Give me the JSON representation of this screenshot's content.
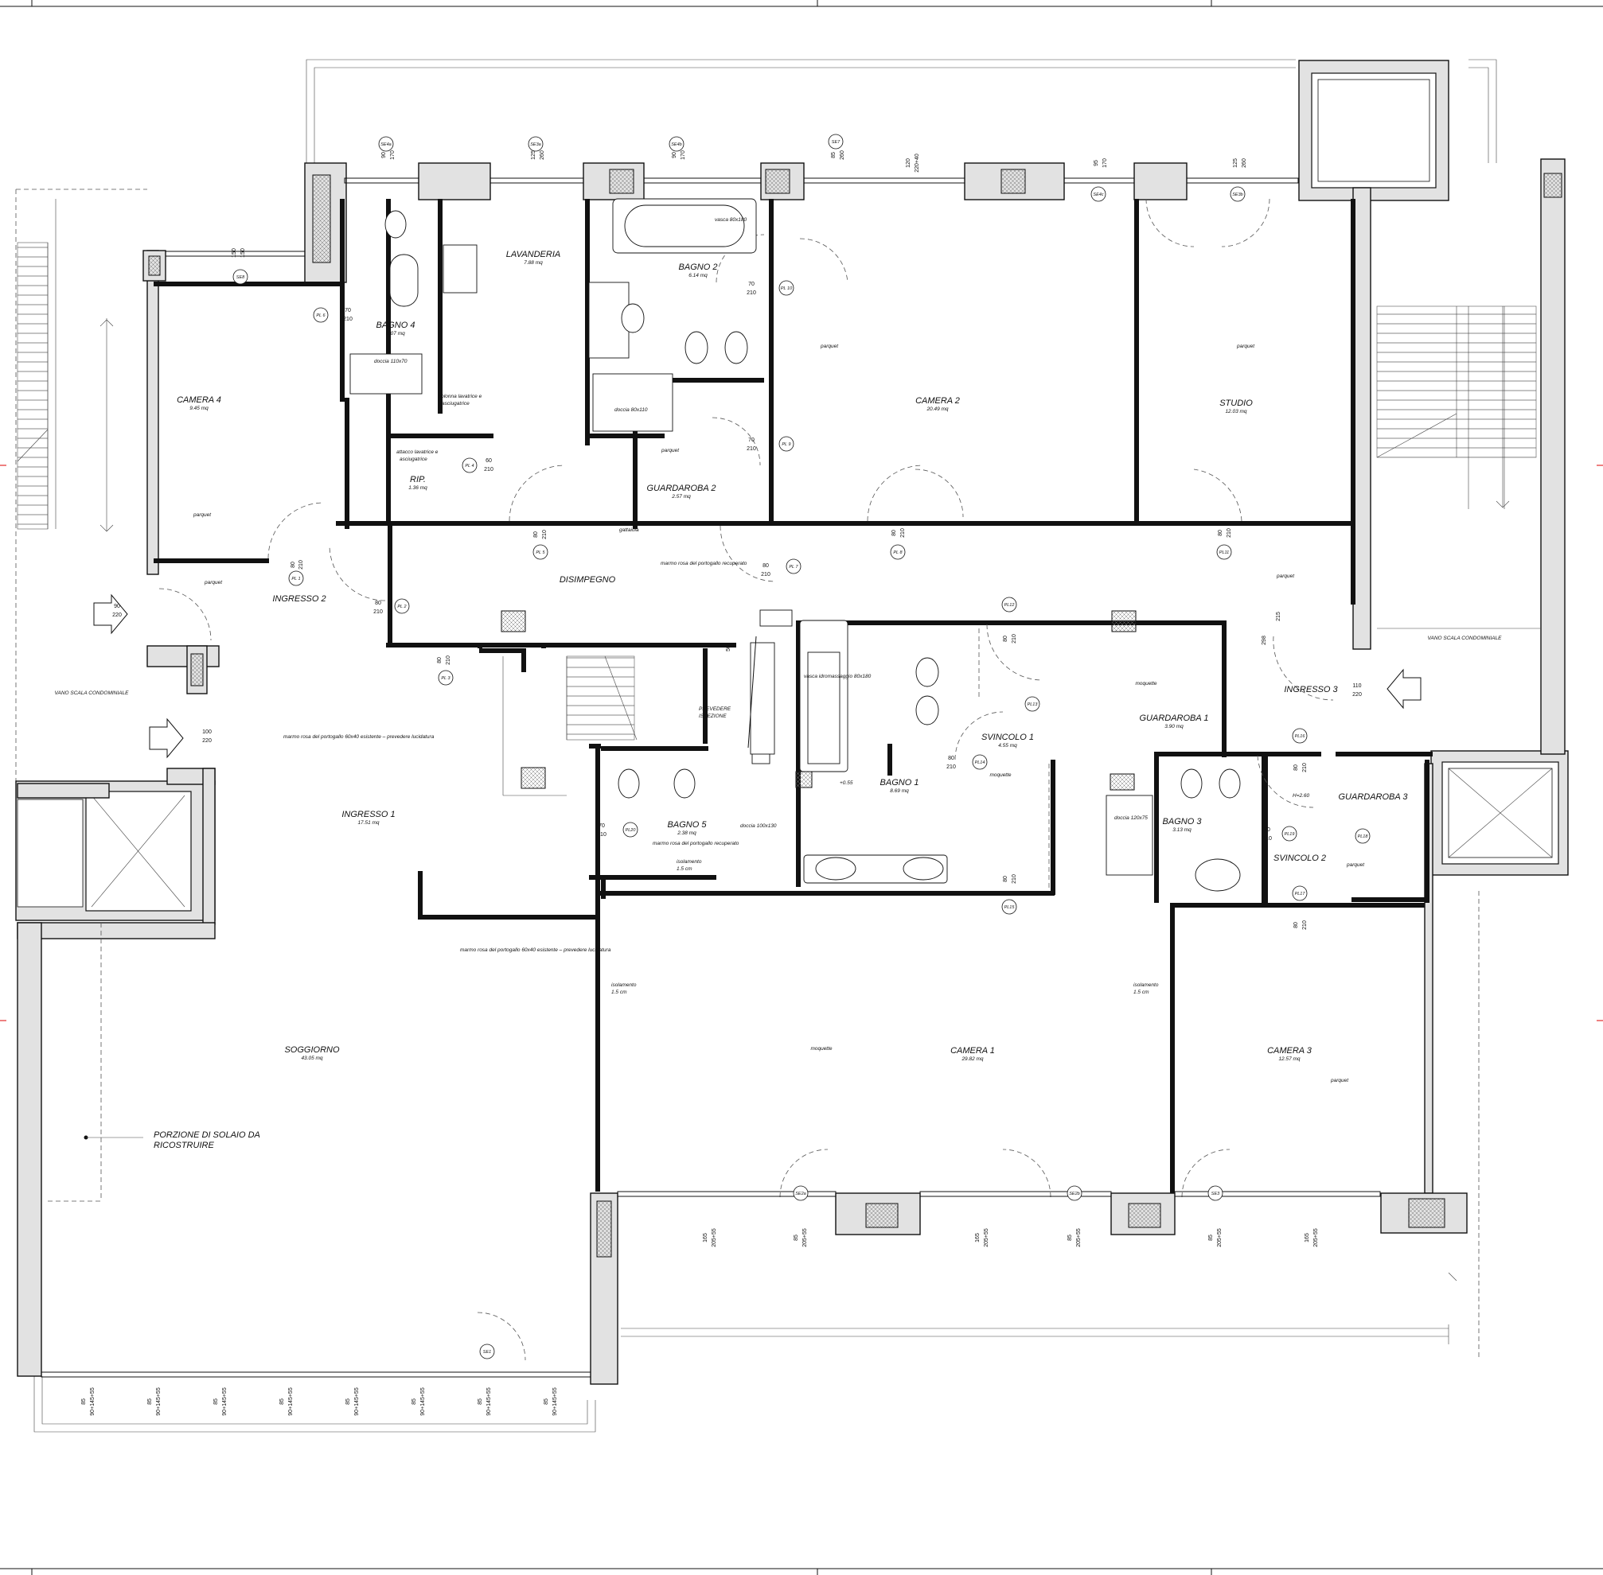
{
  "rooms": {
    "camera4": {
      "name": "CAMERA 4",
      "area": "9.45 mq",
      "floor": "parquet"
    },
    "bagno4": {
      "name": "BAGNO 4",
      "area": "3.07 mq"
    },
    "lavanderia": {
      "name": "LAVANDERIA",
      "area": "7.88 mq"
    },
    "bagno2": {
      "name": "BAGNO 2",
      "area": "6.14 mq"
    },
    "camera2": {
      "name": "CAMERA 2",
      "area": "20.49 mq",
      "floor": "parquet"
    },
    "studio": {
      "name": "STUDIO",
      "area": "12.03 mq",
      "floor": "parquet"
    },
    "rip": {
      "name": "RIP.",
      "area": "1.36 mq"
    },
    "guardaroba2": {
      "name": "GUARDAROBA 2",
      "area": "2.57 mq",
      "floor": "parquet"
    },
    "ingresso2": {
      "name": "INGRESSO 2",
      "floor": "parquet"
    },
    "disimpegno": {
      "name": "DISIMPEGNO",
      "floor": "marmo rosa del portogallo recuperato"
    },
    "ingresso1": {
      "name": "INGRESSO 1",
      "area": "17.51 mq",
      "floor": "marmo rosa del portogallo 60x40 esistente – prevedere lucidatura"
    },
    "soggiorno": {
      "name": "SOGGIORNO",
      "area": "43.05 mq",
      "floor": "marmo rosa del portogallo 60x40 esistente – prevedere lucidatura"
    },
    "bagno5": {
      "name": "BAGNO 5",
      "area": "2.38 mq",
      "floor": "marmo rosa del portogallo recuperato"
    },
    "bagno1": {
      "name": "BAGNO 1",
      "area": "8.69 mq"
    },
    "svincolo1": {
      "name": "SVINCOLO 1",
      "area": "4.55 mq",
      "floor": "moquette"
    },
    "guardaroba1": {
      "name": "GUARDAROBA 1",
      "area": "3.90 mq",
      "floor": "moquette"
    },
    "bagno3": {
      "name": "BAGNO 3",
      "area": "3.13 mq"
    },
    "ingresso3": {
      "name": "INGRESSO 3",
      "floor": "parquet"
    },
    "guardaroba3": {
      "name": "GUARDAROBA 3",
      "floor": "parquet"
    },
    "svincolo2": {
      "name": "SVINCOLO 2"
    },
    "camera1": {
      "name": "CAMERA 1",
      "area": "29.82 mq",
      "floor": "moquette"
    },
    "camera3": {
      "name": "CAMERA 3",
      "area": "12.57 mq",
      "floor": "parquet"
    }
  },
  "notes": {
    "vano_scala_left": "VANO SCALA CONDOMINIALE",
    "vano_scala_right": "VANO SCALA CONDOMINIALE",
    "porzione_line1": "PORZIONE DI SOLAIO DA",
    "porzione_line2": "RICOSTRUIRE",
    "doccia_110x70": "doccia 110x70",
    "doccia_80x110": "doccia 80x110",
    "doccia_100x130": "doccia 100x130",
    "doccia_120x75": "doccia 120x75",
    "vasca_80x180": "vasca 80x180",
    "vasca_idro": "vasca idromassaggio 80x180",
    "colonna_1": "colonna lavatrice e",
    "colonna_2": "asciugatrice",
    "attacco_1": "attacco lavatrice e",
    "attacco_2": "asciugatrice",
    "gattaiola": "gattaiola",
    "prevedere_1": "PREVEDERE",
    "prevedere_2": "ISPEZIONE",
    "isolamento_a1": "isolamento",
    "isolamento_a2": "1.5 cm",
    "isolamento_b1": "isolamento",
    "isolamento_b2": "1.5 cm",
    "isolamento_c1": "isolamento",
    "isolamento_c2": "1.5 cm",
    "h260": "H=2.60",
    "quota": "+0.55"
  },
  "doors": {
    "pl1": "PL 1",
    "pl2": "PL 2",
    "pl3": "PL 3",
    "pl4": "PL 4",
    "pl5": "PL 5",
    "pl6": "PL 6",
    "pl7": "PL 7",
    "pl8": "PL 8",
    "pl9": "PL 9",
    "pl10": "PL 10",
    "pl11": "PL11",
    "pl12": "PL12",
    "pl13": "PL13",
    "pl14": "PL14",
    "pl15": "PL15",
    "pl16": "PL16",
    "pl17": "PL17",
    "pl18": "PL18",
    "pl19": "PL19",
    "pl20": "PL20"
  },
  "windows": {
    "se4a": "SE4a",
    "se3a": "SE3a",
    "se4b": "SE4b",
    "se7": "SE7",
    "se4c": "SE4c",
    "se3b": "SE3b",
    "se8": "SE8",
    "se2a": "SE2a",
    "se2b": "SE2b",
    "se3": "SE3",
    "se1": "SE1"
  },
  "dims": {
    "d_ingresso2": [
      "90",
      "220"
    ],
    "d_ingresso1": [
      "100",
      "220"
    ],
    "d_ingresso3": [
      "110",
      "220"
    ],
    "d_pl1": [
      "80",
      "210"
    ],
    "d_pl2": [
      "80",
      "210"
    ],
    "d_pl3": [
      "80",
      "210"
    ],
    "d_pl4": [
      "60",
      "210"
    ],
    "d_pl5": [
      "80",
      "210"
    ],
    "d_pl6": [
      "70",
      "210"
    ],
    "d_pl7": [
      "80",
      "210"
    ],
    "d_pl8": [
      "80",
      "210"
    ],
    "d_pl9": [
      "70",
      "210"
    ],
    "d_pl10": [
      "70",
      "210"
    ],
    "d_pl11": [
      "80",
      "210"
    ],
    "d_pl12": [
      "80",
      "210"
    ],
    "d_pl14": [
      "80",
      "210"
    ],
    "d_pl15": [
      "80",
      "210"
    ],
    "d_pl16": [
      "80",
      "210"
    ],
    "d_pl17": [
      "80",
      "210"
    ],
    "d_pl19": [
      "70",
      "210"
    ],
    "d_pl20": [
      "70",
      "210"
    ],
    "d_50": [
      "50"
    ],
    "d_se8": [
      "150",
      "150"
    ],
    "d_se4a": [
      "90",
      "170"
    ],
    "d_se3a": [
      "125",
      "260"
    ],
    "d_se4b": [
      "90",
      "170"
    ],
    "d_se7": [
      "85",
      "260"
    ],
    "d_se7b": [
      "120",
      "220+40"
    ],
    "d_se4c": [
      "95",
      "170"
    ],
    "d_se3b": [
      "125",
      "260"
    ],
    "d_bot1": [
      "165",
      "205+55"
    ],
    "d_bot2": [
      "85",
      "205+55"
    ],
    "d_bot3": [
      "165",
      "205+55"
    ],
    "d_bot4": [
      "85",
      "205+55"
    ],
    "d_bot5": [
      "85",
      "205+55"
    ],
    "d_bot6": [
      "165",
      "205+55"
    ],
    "d_se1_1": [
      "85",
      "90+145+55"
    ],
    "d_se1_2": [
      "85",
      "90+145+55"
    ],
    "d_se1_3": [
      "85",
      "90+145+55"
    ],
    "d_se1_4": [
      "85",
      "90+145+55"
    ],
    "d_se1_5": [
      "85",
      "90+145+55"
    ],
    "d_se1_6": [
      "85",
      "90+145+55"
    ],
    "d_se1_7": [
      "85",
      "90+145+55"
    ],
    "d_se1_8": [
      "85",
      "90+145+55"
    ],
    "d_298": [
      "298"
    ],
    "d_215": [
      "215"
    ]
  }
}
